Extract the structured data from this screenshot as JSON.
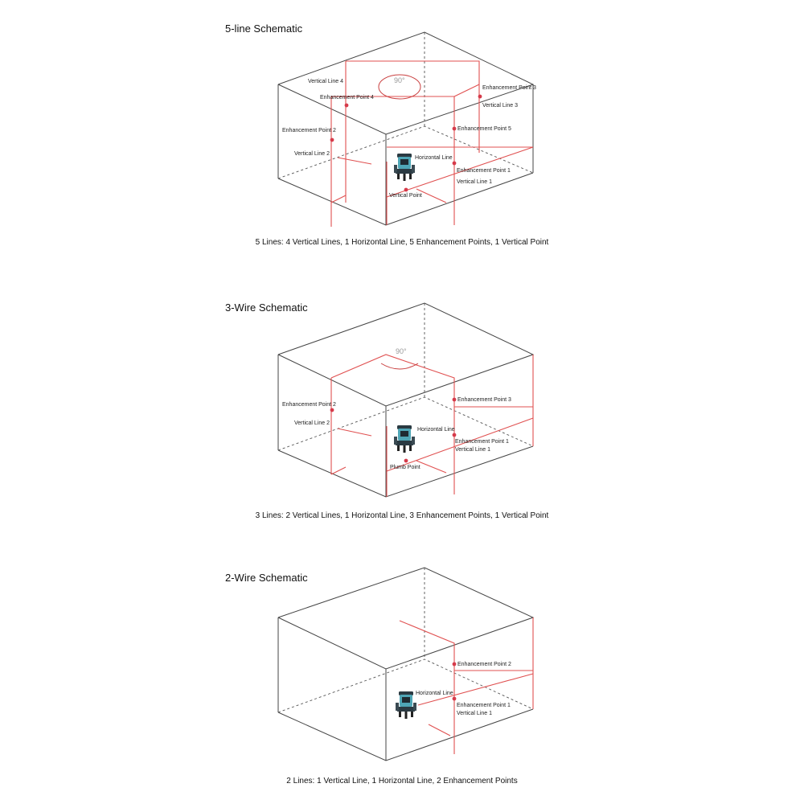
{
  "colors": {
    "laser": "#e05050",
    "point": "#d63a4a",
    "device": "#4fa6b6",
    "edge": "#444444"
  },
  "panel1": {
    "title": "5-line Schematic",
    "angle": "90°",
    "labels": {
      "vl4": "Vertical Line 4",
      "ep4": "Enhancement Point 4",
      "ep3": "Enhancement Point 3",
      "vl3": "Vertical Line 3",
      "ep2": "Enhancement Point 2",
      "ep5": "Enhancement Point 5",
      "vl2": "Vertical Line 2",
      "hl": "Horizontal Line",
      "ep1": "Enhancement Point 1",
      "vl1": "Vertical Line 1",
      "vp": "Vertical Point"
    },
    "caption": "5 Lines: 4 Vertical Lines, 1 Horizontal Line, 5 Enhancement Points, 1 Vertical Point"
  },
  "panel2": {
    "title": "3-Wire Schematic",
    "angle": "90°",
    "labels": {
      "ep2": "Enhancement Point 2",
      "ep3": "Enhancement Point 3",
      "vl2": "Vertical Line 2",
      "hl": "Horizontal Line",
      "ep1": "Enhancement Point 1",
      "vl1": "Vertical Line 1",
      "pp": "Plumb Point"
    },
    "caption": "3 Lines: 2 Vertical Lines, 1 Horizontal Line, 3 Enhancement Points, 1 Vertical Point"
  },
  "panel3": {
    "title": "2-Wire Schematic",
    "labels": {
      "ep2": "Enhancement Point 2",
      "hl": "Horizontal Line",
      "ep1": "Enhancement Point 1",
      "vl1": "Vertical Line 1"
    },
    "caption": "2 Lines: 1 Vertical Line, 1 Horizontal Line, 2 Enhancement Points"
  }
}
